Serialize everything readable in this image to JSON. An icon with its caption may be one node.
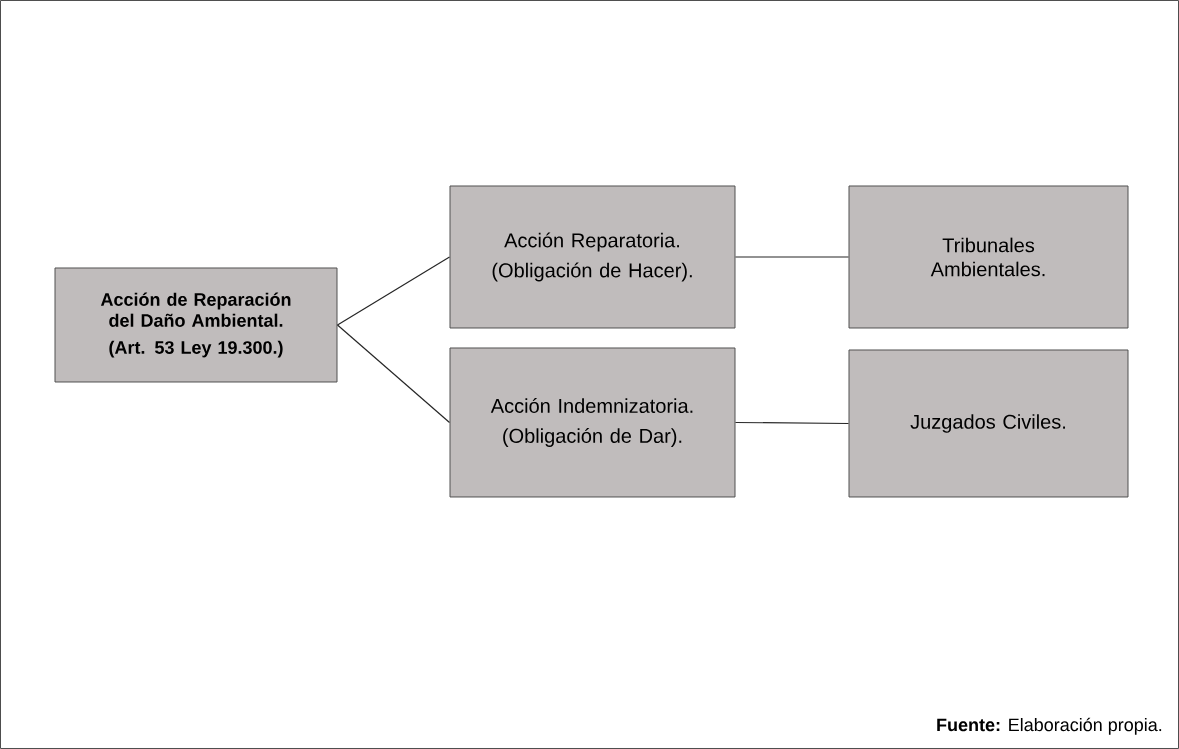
{
  "diagram": {
    "caption": "**Fuente:** Elaboración propia.",
    "nodes": [
      {
        "text": [
          "Acción de Reparación del Daño Ambiental.",
          "(Art. 53 Ley 19.300.)"
        ]
      },
      {
        "text": [
          "Acción Reparatoria.",
          "(Obligación de Hacer)."
        ]
      },
      {
        "text": [
          "Acción Indemnizatoria.",
          "(Obligación de Dar)."
        ]
      },
      {
        "text": [
          "Tribunales Ambientales."
        ]
      },
      {
        "text": [
          "Juzgados Civiles."
        ]
      }
    ],
    "edges": [
      {
        "from": 0,
        "to": 1,
        "arrow": "none"
      },
      {
        "from": 0,
        "to": 2,
        "arrow": "none"
      },
      {
        "from": 1,
        "to": 3,
        "arrow": "none"
      },
      {
        "from": 2,
        "to": 4,
        "arrow": "none"
      }
    ]
  }
}
